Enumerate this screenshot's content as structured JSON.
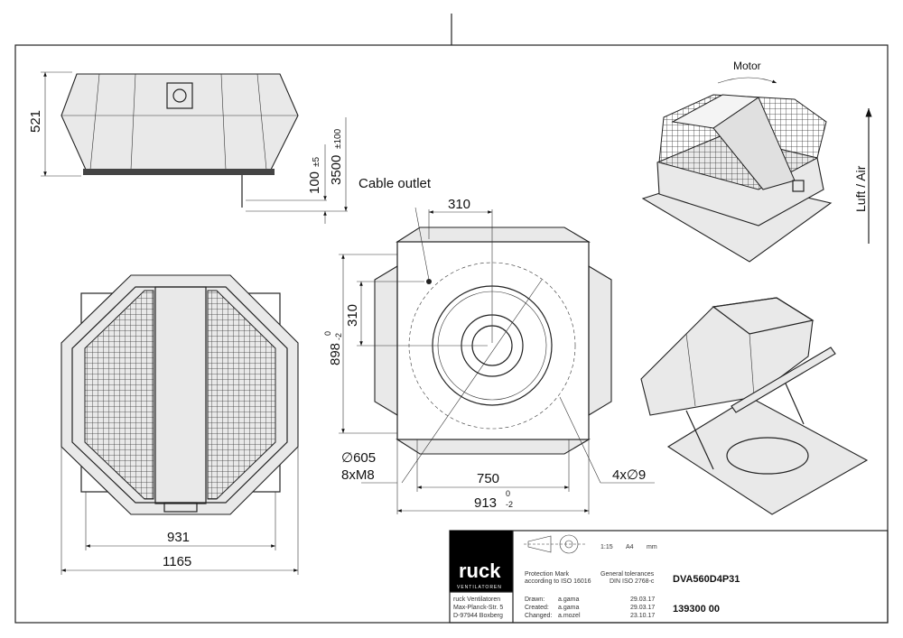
{
  "dimensions": {
    "side_height": "521",
    "cable_length_a": "100",
    "cable_length_a_tol": "±5",
    "cable_length_b": "3500",
    "cable_length_b_tol": "±100",
    "cable_outlet": "Cable outlet",
    "offset_top": "310",
    "offset_left": "310",
    "depth": "898",
    "depth_tol_upper": "0",
    "depth_tol_lower": "-2",
    "bolt_circle": "∅605",
    "bolts": "8xM8",
    "hole_spacing": "750",
    "width": "913",
    "width_tol_upper": "0",
    "width_tol_lower": "-2",
    "holes": "4x∅9",
    "inner_width": "931",
    "outer_width": "1165",
    "motor": "Motor",
    "airflow": "Luft / Air"
  },
  "title_block": {
    "logo": "ruck",
    "logo_sub": "VENTILATOREN",
    "scale": "1:15",
    "format": "A4",
    "unit": "mm",
    "protection_1": "Protection Mark",
    "protection_2": "according to ISO 16016",
    "tolerance_1": "General tolerances",
    "tolerance_2": "DIN ISO 2768-c",
    "model": "DVA560D4P31",
    "company_1": "ruck Ventilatoren",
    "company_2": "Max-Planck-Str. 5",
    "company_3": "D-97944 Boxberg",
    "drawn_label": "Drawn:",
    "drawn_by": "a.gama",
    "drawn_date": "29.03.17",
    "created_label": "Created:",
    "created_by": "a.gama",
    "created_date": "29.03.17",
    "changed_label": "Changed:",
    "changed_by": "a.mozel",
    "changed_date": "23.10.17",
    "drawing_number": "139300 00"
  }
}
